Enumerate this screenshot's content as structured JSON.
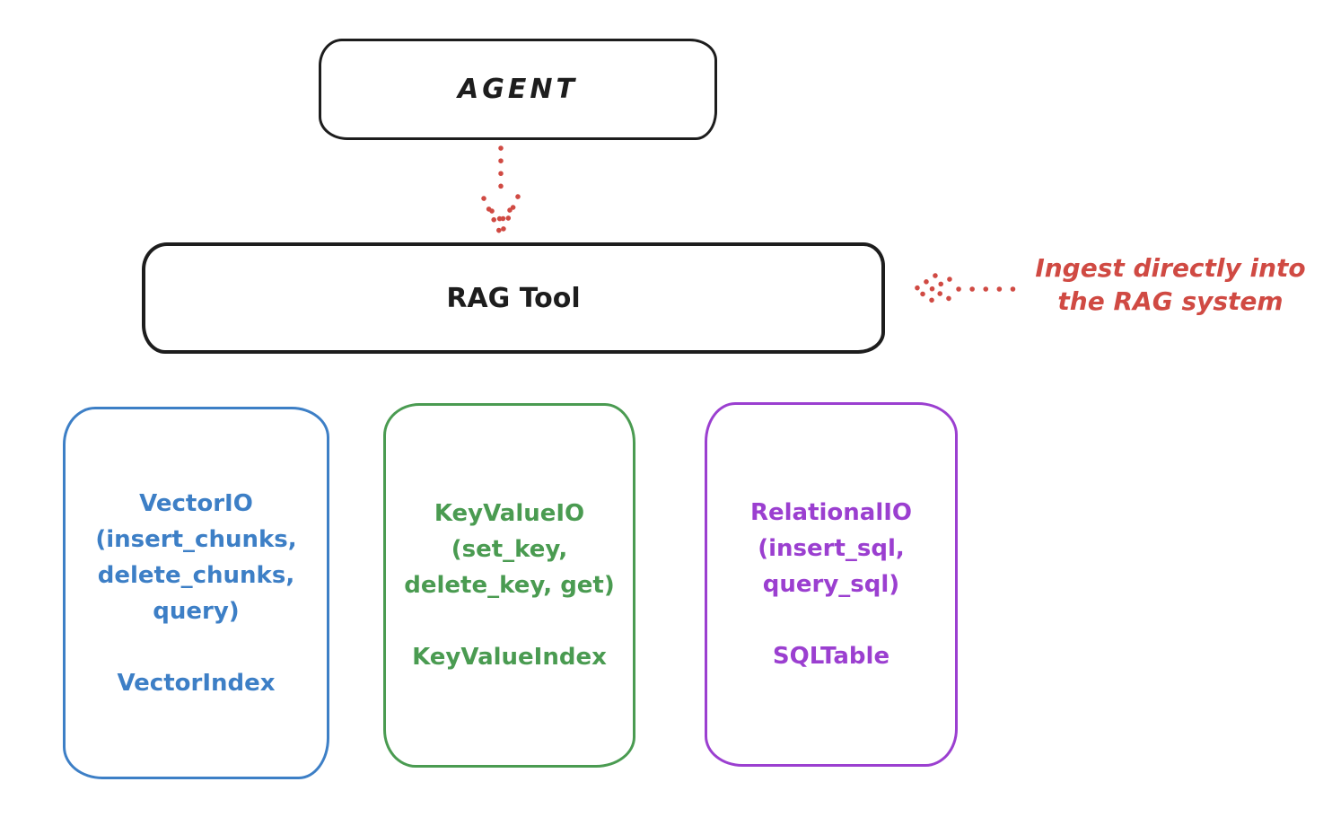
{
  "diagram": {
    "nodes": {
      "agent": {
        "label": "AGENT"
      },
      "rag_tool": {
        "label": "RAG Tool"
      }
    },
    "annotation": {
      "lines": [
        "Ingest directly into",
        "the RAG system"
      ]
    },
    "backends": [
      {
        "name": "vector-io",
        "color": "#3d7fc6",
        "lines": [
          "VectorIO",
          "(insert_chunks,",
          "delete_chunks,",
          "query)"
        ],
        "index_label": "VectorIndex"
      },
      {
        "name": "keyvalue-io",
        "color": "#4a9b51",
        "lines": [
          "KeyValueIO",
          "(set_key,",
          "delete_key, get)"
        ],
        "index_label": "KeyValueIndex"
      },
      {
        "name": "relational-io",
        "color": "#9b3fd0",
        "lines": [
          "RelationalIO",
          "(insert_sql,",
          "query_sql)"
        ],
        "index_label": "SQLTable"
      }
    ],
    "colors": {
      "ink": "#1d1d1d",
      "accent_red": "#d04a43"
    },
    "icons": {
      "agent_to_rag": "dotted-down-arrow",
      "ingest": "dotted-left-arrow"
    }
  }
}
